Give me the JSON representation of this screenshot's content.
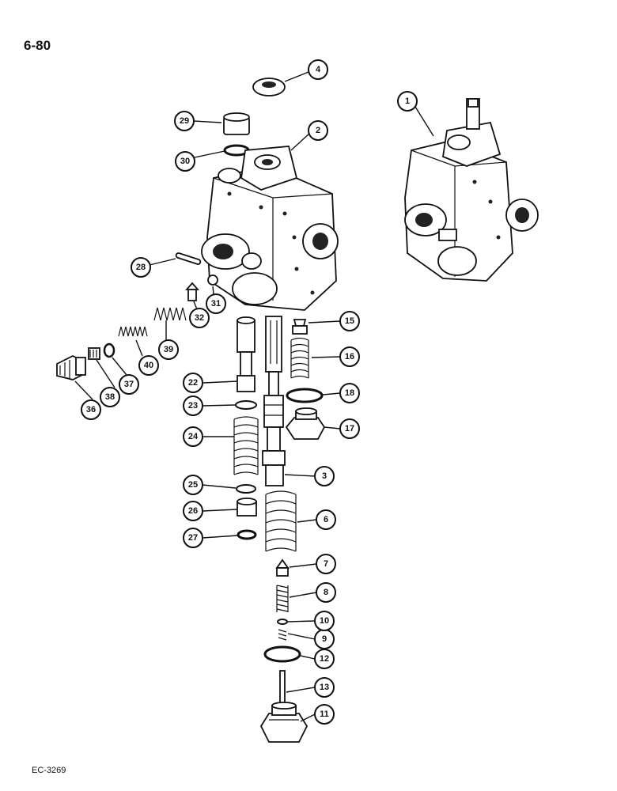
{
  "page_number": "6-80",
  "figure_code": "EC-3269",
  "callouts": [
    "1",
    "2",
    "3",
    "4",
    "6",
    "7",
    "8",
    "9",
    "10",
    "11",
    "12",
    "13",
    "15",
    "16",
    "17",
    "18",
    "22",
    "23",
    "24",
    "25",
    "26",
    "27",
    "28",
    "29",
    "30",
    "31",
    "32",
    "36",
    "37",
    "38",
    "39",
    "40"
  ]
}
